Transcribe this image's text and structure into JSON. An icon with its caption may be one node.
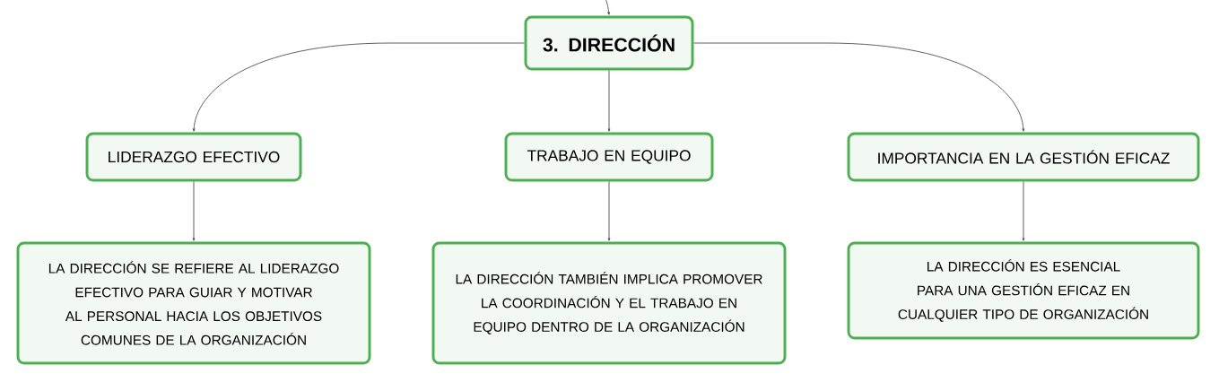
{
  "diagram": {
    "nodes": [
      {
        "text": [
          "3. DIRECCIÓN"
        ]
      },
      {
        "text": [
          "LIDERAZGO EFECTIVO"
        ]
      },
      {
        "text": [
          "TRABAJO EN EQUIPO"
        ]
      },
      {
        "text": [
          "IMPORTANCIA EN LA GESTIÓN EFICAZ"
        ]
      },
      {
        "text": [
          "LA DIRECCIÓN SE REFIERE AL LIDERAZGO EFECTIVO PARA GUIAR Y MOTIVAR AL PERSONAL HACIA LOS OBJETIVOS COMUNES DE LA ORGANIZACIÓN"
        ]
      },
      {
        "text": [
          "LA DIRECCIÓN TAMBIÉN IMPLICA PROMOVER LA COORDINACIÓN Y EL TRABAJO EN EQUIPO DENTRO DE LA ORGANIZACIÓN"
        ]
      },
      {
        "text": [
          "LA DIRECCIÓN ES ESENCIAL PARA UNA GESTIÓN EFICAZ EN CUALQUIER TIPO DE ORGANIZACIÓN"
        ]
      }
    ],
    "edges": [
      {
        "from": null,
        "to": 0,
        "arrow": "to"
      },
      {
        "from": 0,
        "to": 1,
        "arrow": "to"
      },
      {
        "from": 0,
        "to": 2,
        "arrow": "to"
      },
      {
        "from": 0,
        "to": 3,
        "arrow": "to"
      },
      {
        "from": 1,
        "to": 4,
        "arrow": "to"
      },
      {
        "from": 2,
        "to": 5,
        "arrow": "to"
      },
      {
        "from": 3,
        "to": 6,
        "arrow": "to"
      }
    ]
  }
}
